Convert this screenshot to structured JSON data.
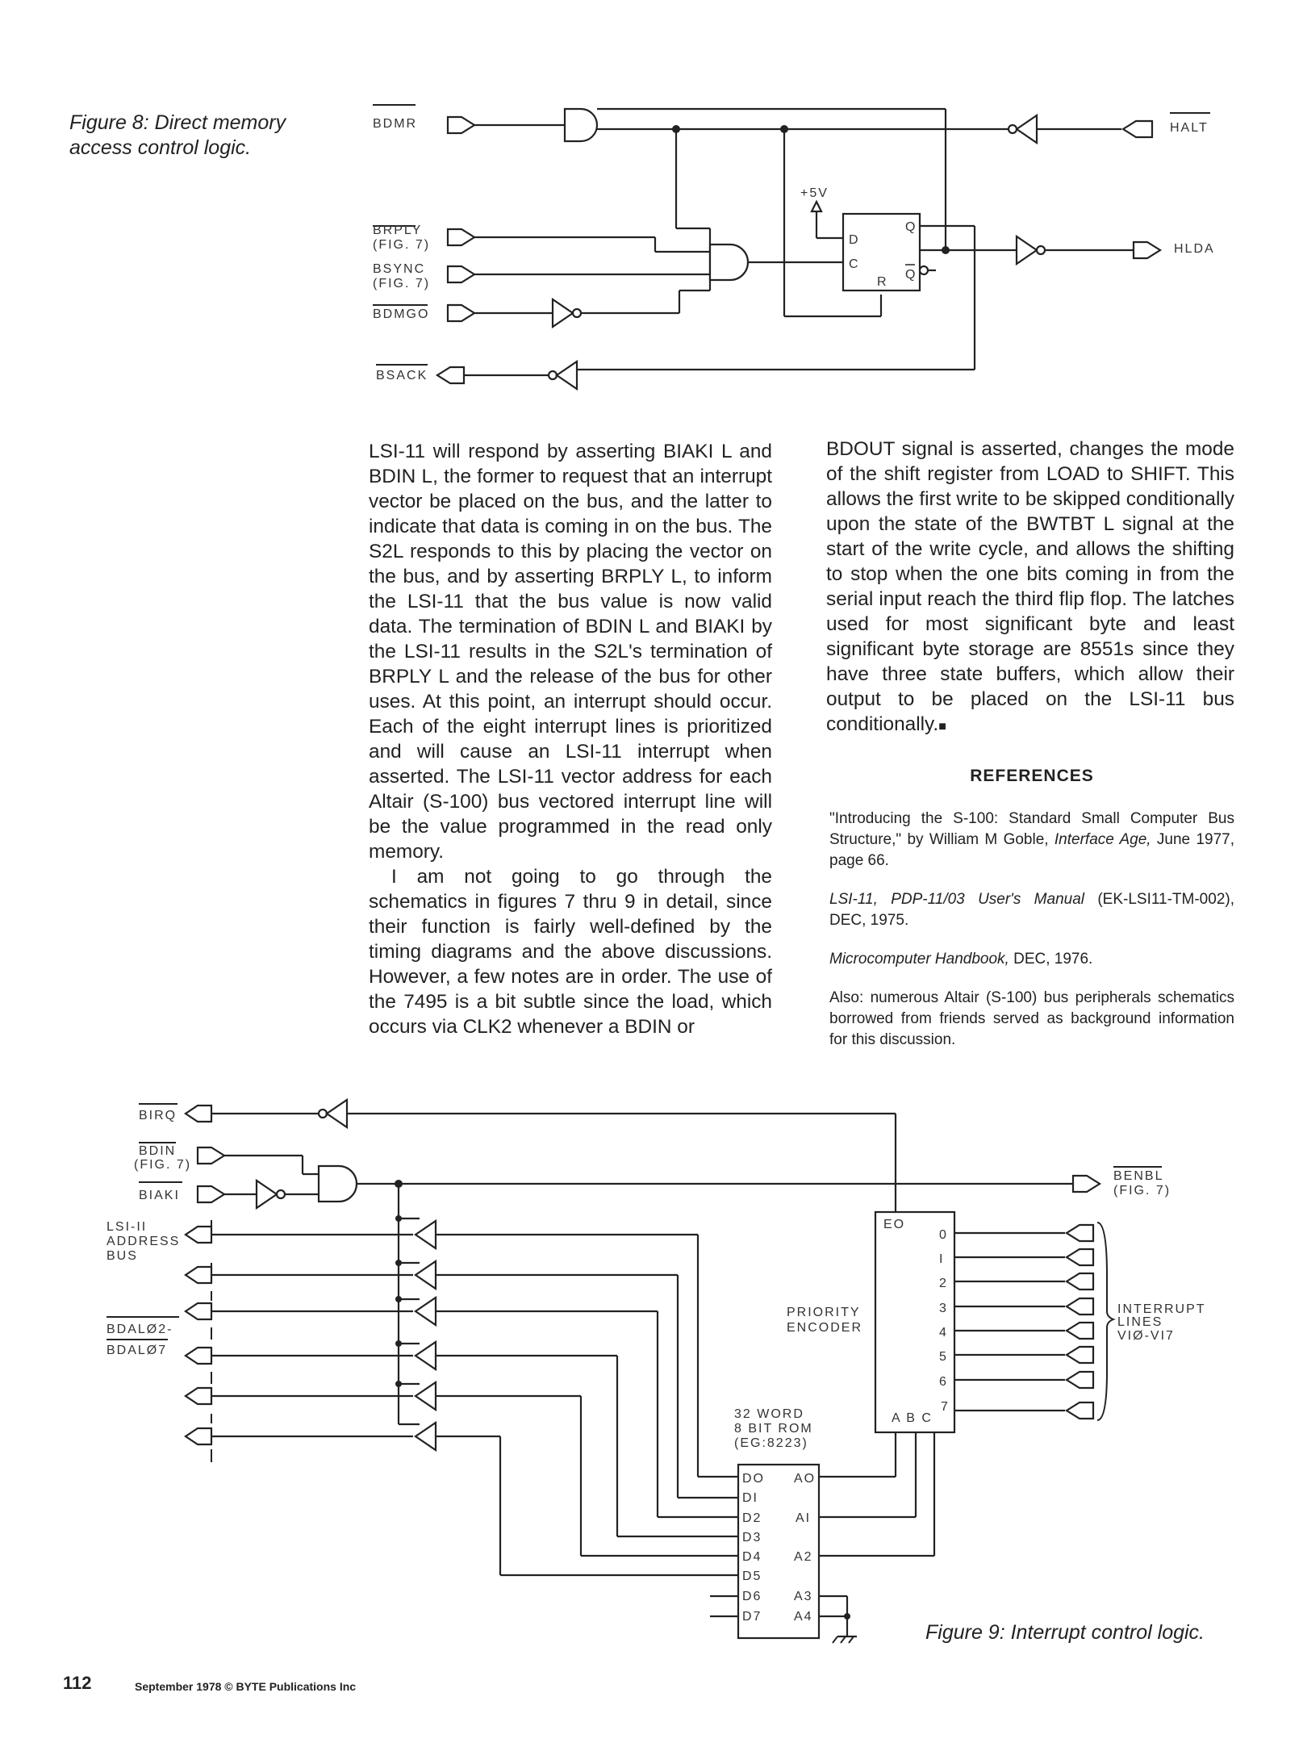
{
  "fig8": {
    "caption_line1": "Figure 8: Direct memory",
    "caption_line2": "access control logic.",
    "labels": {
      "bdmr": "BDMR",
      "halt": "HALT",
      "brply": "BRPLY",
      "brply_ref": "(FIG. 7)",
      "bsync": "BSYNC",
      "bsync_ref": "(FIG. 7)",
      "bdmgo": "BDMGO",
      "bsack": "BSACK",
      "hlda": "HLDA",
      "plus5v": "+5V",
      "ff_d": "D",
      "ff_c": "C",
      "ff_q": "Q",
      "ff_r": "R",
      "ff_qbar": "Q"
    }
  },
  "article": {
    "col1_p1": "LSI-11 will respond by asserting BIAKI L and BDIN L, the former to request that an interrupt vector be placed on the bus, and the latter to indicate that data is coming in on the bus. The S2L responds to this by placing the vector on the bus, and by asserting BRPLY L, to inform the LSI-11 that the bus value is now valid data. The termination of BDIN L and BIAKI by the LSI-11 results in the S2L's termination of BRPLY L and the release of the bus for other uses. At this point, an interrupt should occur. Each of the eight interrupt lines is prioritized and will cause an LSI-11 interrupt when asserted. The LSI-11 vector address for each Altair (S-100) bus vectored interrupt line will be the value programmed in the read only memory.",
    "col1_p2": "I am not going to go through the schematics in figures 7 thru 9 in detail, since their function is fairly well-defined by the timing diagrams and the above discussions. However, a few notes are in order. The use of the 7495 is a bit subtle since the load, which occurs via CLK2 whenever a BDIN or",
    "col2_p1": "BDOUT signal is asserted, changes the mode of the shift register from LOAD to SHIFT. This allows the first write to be skipped conditionally upon the state of the BWTBT L signal at the start of the write cycle, and allows the shifting to stop when the one bits coming in from the serial input reach the third flip flop. The latches used for most significant byte and least significant byte storage are 8551s since they have three state buffers, which allow their output to be placed on the LSI-11 bus conditionally.",
    "end_mark": "■"
  },
  "references": {
    "title": "REFERENCES",
    "r1_a": "\"Introducing the S-100: Standard Small Computer Bus Structure,\" by William M Goble, ",
    "r1_i": "Interface Age,",
    "r1_b": " June 1977, page 66.",
    "r2_i": "LSI-11, PDP-11/03 User's Manual",
    "r2_b": " (EK-LSI11-TM-002), DEC, 1975.",
    "r3_i": "Microcomputer Handbook,",
    "r3_b": " DEC, 1976.",
    "r4": "Also: numerous Altair (S-100) bus peripherals schematics borrowed from friends served as background information for this discussion."
  },
  "fig9": {
    "caption": "Figure 9: Interrupt control logic.",
    "labels": {
      "birq": "BIRQ",
      "bdin": "BDIN",
      "bdin_ref": "(FIG. 7)",
      "biaki": "BIAKI",
      "lsi_1": "LSI-II",
      "lsi_2": "ADDRESS",
      "lsi_3": "BUS",
      "bdal_1": "BDALØ2-",
      "bdal_2": "BDALØ7",
      "benbl": "BENBL",
      "benbl_ref": "(FIG. 7)",
      "priority_1": "PRIORITY",
      "priority_2": "ENCODER",
      "eo": "EO",
      "pe_0": "0",
      "pe_1": "I",
      "pe_2": "2",
      "pe_3": "3",
      "pe_4": "4",
      "pe_5": "5",
      "pe_6": "6",
      "pe_7": "7",
      "pe_abc": "A B C",
      "int_1": "INTERRUPT",
      "int_2": "LINES",
      "int_3": "VIØ-VI7",
      "rom_1": "32 WORD",
      "rom_2": "8 BIT ROM",
      "rom_3": "(EG:8223)",
      "d0": "DO",
      "d1": "DI",
      "d2": "D2",
      "d3": "D3",
      "d4": "D4",
      "d5": "D5",
      "d6": "D6",
      "d7": "D7",
      "a0": "AO",
      "a1": "AI",
      "a2": "A2",
      "a3": "A3",
      "a4": "A4"
    }
  },
  "footer": {
    "page_number": "112",
    "text": "September 1978 © BYTE Publications Inc"
  }
}
